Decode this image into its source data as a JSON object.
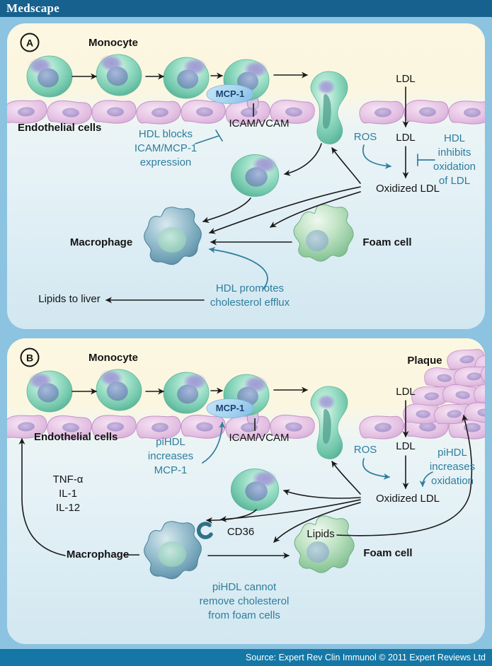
{
  "header": {
    "logo_text": "Medscape"
  },
  "footer": {
    "source_text": "Source: Expert Rev Clin Immunol © 2011 Expert Reviews Ltd"
  },
  "colors": {
    "header_bg": "#16618E",
    "footer_bg": "#1577A5",
    "canvas_bg": "#8CC3E1",
    "panel_cream": "#FCF7E1",
    "panel_blue": "#D2E7F0",
    "annotation_teal": "#2E7E9E",
    "monocyte_teal": "#7FCEB4",
    "monocyte_purple": "#A29BD6",
    "endothelium_pink": "#E3BFE2",
    "macrophage_blue": "#6E9FB5",
    "foam_green": "#93CB9F",
    "mcp1_bubble": "#A9D7F2",
    "arrow_black": "#1A1A1A"
  },
  "panel_a": {
    "panel_label": "A",
    "labels": {
      "monocyte": "Monocyte",
      "mcp1": "MCP-1",
      "icam_vcam": "ICAM/VCAM",
      "endothelial_cells": "Endothelial cells",
      "hdl_blocks": "HDL blocks\nICAM/MCP-1\nexpression",
      "ldl_top": "LDL",
      "ldl_inner": "LDL",
      "ros": "ROS",
      "hdl_inhibits": "HDL inhibits\noxidation\nof LDL",
      "oxidized_ldl": "Oxidized LDL",
      "macrophage": "Macrophage",
      "foam_cell": "Foam cell",
      "hdl_promotes": "HDL promotes\ncholesterol efflux",
      "lipids_to_liver": "Lipids to liver"
    }
  },
  "panel_b": {
    "panel_label": "B",
    "labels": {
      "monocyte": "Monocyte",
      "plaque": "Plaque",
      "mcp1": "MCP-1",
      "icam_vcam": "ICAM/VCAM",
      "endothelial_cells": "Endothelial cells",
      "pihdl_increases_mcp1": "piHDL\nincreases\nMCP-1",
      "ldl_top": "LDL",
      "ldl_inner": "LDL",
      "ros": "ROS",
      "pihdl_increases_oxidation": "piHDL\nincreases\noxidation",
      "oxidized_ldl": "Oxidized LDL",
      "cytokines": "TNF-α\nIL-1\nIL-12",
      "cd36": "CD36",
      "macrophage": "Macrophage",
      "lipids": "Lipids",
      "foam_cell": "Foam cell",
      "pihdl_cannot": "piHDL cannot\nremove cholesterol\nfrom foam cells"
    }
  }
}
